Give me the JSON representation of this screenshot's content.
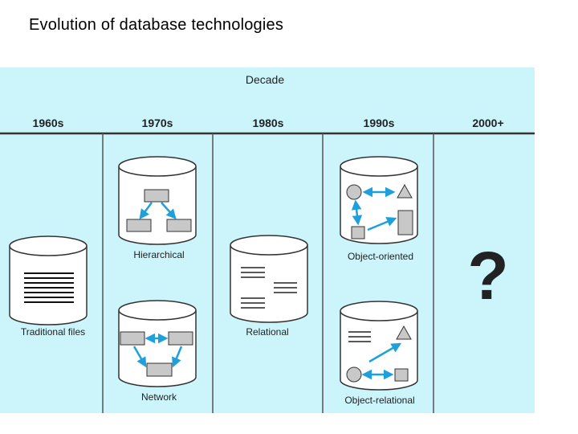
{
  "title": "Evolution of database technologies",
  "header": "Decade",
  "decades": [
    "1960s",
    "1970s",
    "1980s",
    "1990s",
    "2000+"
  ],
  "labels": {
    "traditional": "Traditional files",
    "hierarchical": "Hierarchical",
    "network": "Network",
    "relational": "Relational",
    "object_oriented": "Object-oriented",
    "object_relational": "Object-relational"
  },
  "future": "?",
  "colors": {
    "panel": "#ccf4fb",
    "arrow": "#1ea0dc",
    "node": "#c8c8c8",
    "stroke": "#333333"
  }
}
